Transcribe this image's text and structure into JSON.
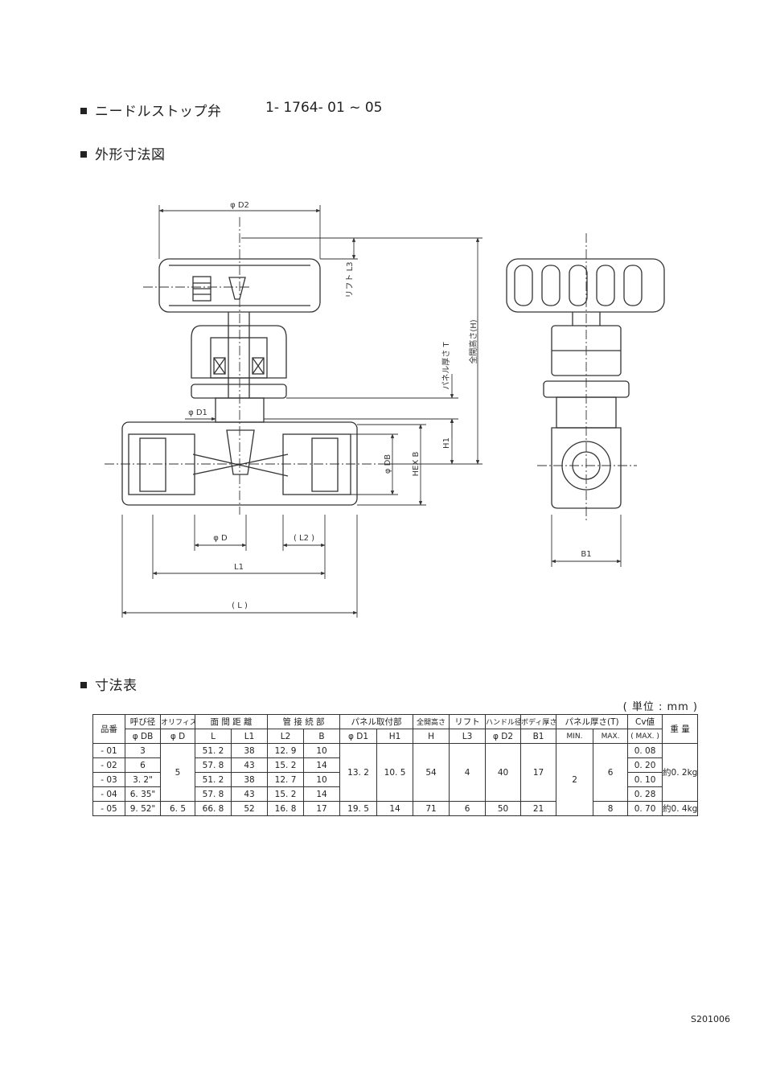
{
  "title": {
    "label": "ニードルストップ弁",
    "code": "1- 1764- 01 ~ 05"
  },
  "section_drawing": "外形寸法図",
  "section_table": "寸法表",
  "unit_note": "( 単位 : mm )",
  "doc_code": "S201006",
  "drawing_labels": {
    "d2": "φ D2",
    "lift_l3": "リフト L3",
    "full_open_height": "全開高さ(H)",
    "panel_thickness": "パネル厚さ T",
    "d1": "φ D1",
    "h1": "H1",
    "db": "φ DB",
    "hex_b": "HEX B",
    "d": "φ D",
    "l2": "( L2 )",
    "l1": "L1",
    "l": "( L )",
    "b1": "B1"
  },
  "table": {
    "groups": [
      "品番",
      "呼び径",
      "オリフィス径",
      "面 間 距 離",
      "管 接 続 部",
      "パネル取付部",
      "全開高さ",
      "リフト",
      "ハンドル径",
      "ボディ厚さ",
      "パネル厚さ(T)",
      "Cv値",
      "重 量"
    ],
    "subheaders": [
      "φ DB",
      "φ D",
      "L",
      "L1",
      "L2",
      "B",
      "φ D1",
      "H1",
      "H",
      "L3",
      "φ D2",
      "B1",
      "MIN.",
      "MAX.",
      "( MAX. )"
    ],
    "rows": [
      {
        "part": "- 01",
        "db": "3",
        "l": "51. 2",
        "l1": "38",
        "l2": "12. 9",
        "b": "10",
        "cv": "0. 08"
      },
      {
        "part": "- 02",
        "db": "6",
        "l": "57. 8",
        "l1": "43",
        "l2": "15. 2",
        "b": "14",
        "cv": "0. 20"
      },
      {
        "part": "- 03",
        "db": "3. 2\"",
        "l": "51. 2",
        "l1": "38",
        "l2": "12. 7",
        "b": "10",
        "cv": "0. 10"
      },
      {
        "part": "- 04",
        "db": "6. 35\"",
        "l": "57. 8",
        "l1": "43",
        "l2": "15. 2",
        "b": "14",
        "cv": "0. 28"
      },
      {
        "part": "- 05",
        "db": "9. 52\"",
        "l": "66. 8",
        "l1": "52",
        "l2": "16. 8",
        "b": "17",
        "cv": "0. 70"
      }
    ],
    "merged": {
      "orifice_01_04": "5",
      "d1_01_04": "13. 2",
      "h1_01_04": "10. 5",
      "h_01_04": "54",
      "lift_01_04": "4",
      "d2_01_04": "40",
      "b1_01_04": "17",
      "min_all": "2",
      "max_01_04": "6",
      "weight_01_04": "約0. 2kg"
    },
    "row5": {
      "orifice": "6. 5",
      "d1": "19. 5",
      "h1": "14",
      "h": "71",
      "lift": "6",
      "d2": "50",
      "b1": "21",
      "max": "8",
      "weight": "約0. 4kg"
    }
  }
}
